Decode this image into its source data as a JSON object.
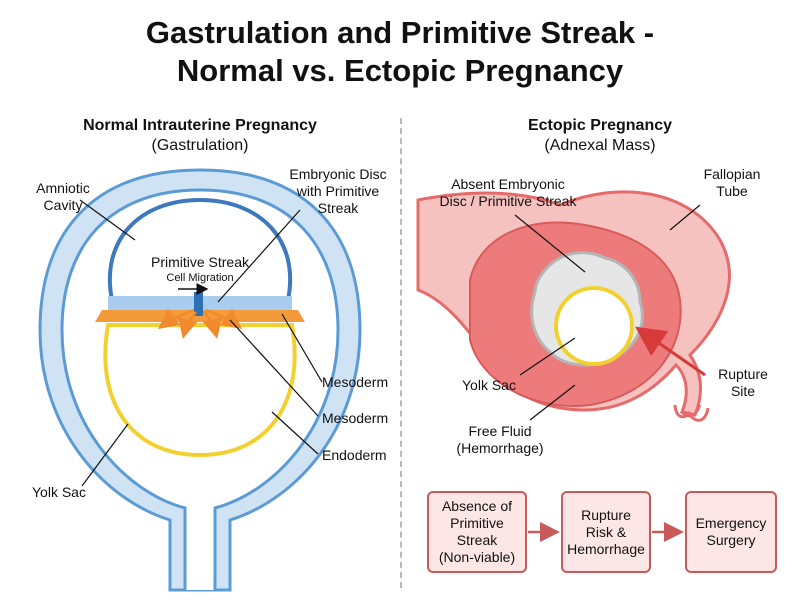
{
  "title": {
    "line1": "Gastrulation and Primitive Streak -",
    "line2": "Normal vs. Ectopic Pregnancy"
  },
  "left_panel": {
    "heading": "Normal Intrauterine Pregnancy",
    "subheading": "(Gastrulation)",
    "labels": {
      "amniotic_cavity": "Amniotic\nCavity",
      "embryonic_disc": "Embryonic Disc\nwith Primitive\nStreak",
      "primitive_streak": "Primitive Streak",
      "cell_migration": "Cell Migration",
      "mesoderm_1": "Mesoderm",
      "mesoderm_2": "Mesoderm",
      "endoderm": "Endoderm",
      "yolk_sac": "Yolk Sac"
    }
  },
  "right_panel": {
    "heading": "Ectopic Pregnancy",
    "subheading": "(Adnexal Mass)",
    "labels": {
      "absent_disc": "Absent Embryonic\nDisc / Primitive Streak",
      "fallopian_tube": "Fallopian\nTube",
      "yolk_sac": "Yolk Sac",
      "rupture_site": "Rupture\nSite",
      "free_fluid": "Free Fluid\n(Hemorrhage)"
    },
    "flow": [
      "Absence of\nPrimitive\nStreak\n(Non-viable)",
      "Rupture\nRisk &\nHemorrhage",
      "Emergency\nSurgery"
    ]
  },
  "colors": {
    "blue_membrane": "#5b9bd5",
    "blue_fill": "#cfe3f5",
    "yolk_yellow": "#f2d12e",
    "mesoderm_orange": "#f39a3b",
    "tube_red": "#e76a6a",
    "tube_pink": "#f5c2c0",
    "flow_box_fill": "#fde7e6",
    "flow_border": "#c85a5a"
  }
}
